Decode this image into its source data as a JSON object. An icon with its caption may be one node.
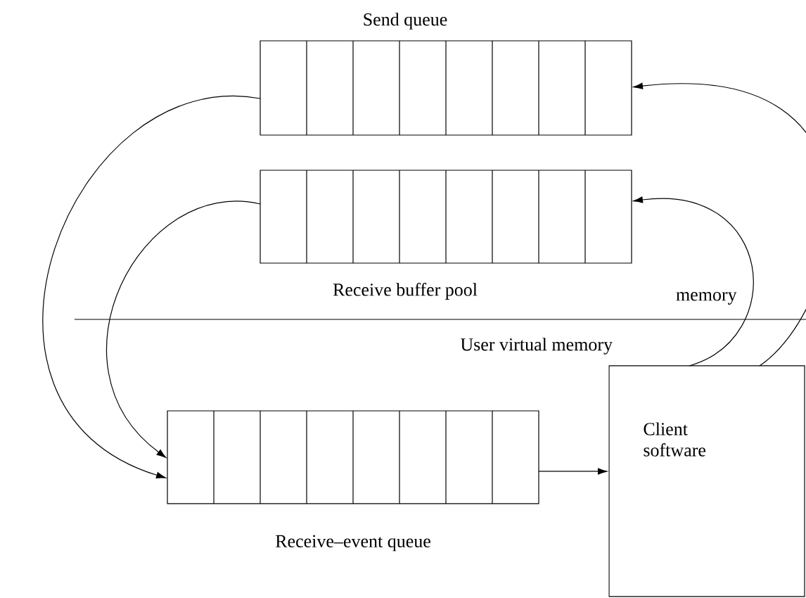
{
  "diagram": {
    "nodes": [
      {
        "text": [
          "Send queue"
        ]
      },
      {
        "text": [
          "Receive buffer pool"
        ]
      },
      {
        "text": [
          "Receive–event queue"
        ]
      },
      {
        "text": [
          "Client software"
        ]
      }
    ],
    "edges": [
      {
        "from": 0,
        "to": 2,
        "arrow": "to"
      },
      {
        "from": 1,
        "to": 2,
        "arrow": "to"
      },
      {
        "from": 2,
        "to": 3,
        "arrow": "to"
      },
      {
        "from": 3,
        "to": 0,
        "arrow": "to"
      },
      {
        "from": 3,
        "to": 1,
        "arrow": "to"
      }
    ],
    "labels": [
      "memory",
      "User virtual memory"
    ]
  }
}
